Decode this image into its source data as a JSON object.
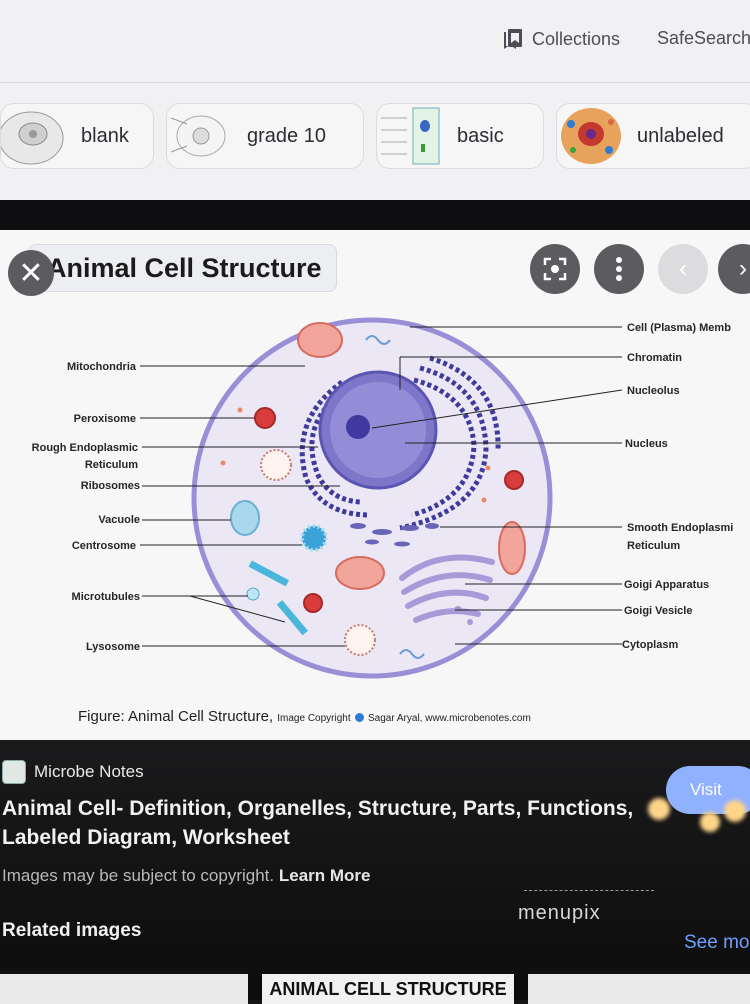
{
  "toolbar": {
    "collections_label": "Collections",
    "safesearch_label": "SafeSearch"
  },
  "chips": [
    {
      "label": "blank"
    },
    {
      "label": "grade 10"
    },
    {
      "label": "basic"
    },
    {
      "label": "unlabeled"
    }
  ],
  "viewer": {
    "title": "Animal Cell Structure",
    "caption_main": "Figure: Animal Cell Structure,",
    "caption_small": "Image Copyright",
    "caption_author": "Sagar Aryal, www.microbenotes.com",
    "labels_left": [
      "Mitochondria",
      "Peroxisome",
      "Rough Endoplasmic",
      "Reticulum",
      "Ribosomes",
      "Vacuole",
      "Centrosome",
      "Microtubules",
      "Lysosome"
    ],
    "labels_right": [
      "Cell (Plasma) Memb",
      "Chromatin",
      "Nucleolus",
      "Nucleus",
      "Smooth Endoplasmi",
      "Reticulum",
      "Goigi Apparatus",
      "Goigi Vesicle",
      "Cytoplasm"
    ]
  },
  "result": {
    "source": "Microbe Notes",
    "title": "Animal Cell- Definition, Organelles, Structure, Parts, Functions, Labeled Diagram, Worksheet",
    "copyright": "Images may be subject to copyright.",
    "learn_more": "Learn More",
    "visit_label": "Visit"
  },
  "watermark": "menupix",
  "related": {
    "heading": "Related images",
    "see_more": "See mo",
    "thumb_text": "ANIMAL CELL STRUCTURE"
  },
  "colors": {
    "membrane": "#9a8ed6",
    "cytoplasm": "#ebe7f5",
    "nucleus": "#7d76c9",
    "er": "#3f3b9c",
    "link": "#6ea0ff"
  }
}
